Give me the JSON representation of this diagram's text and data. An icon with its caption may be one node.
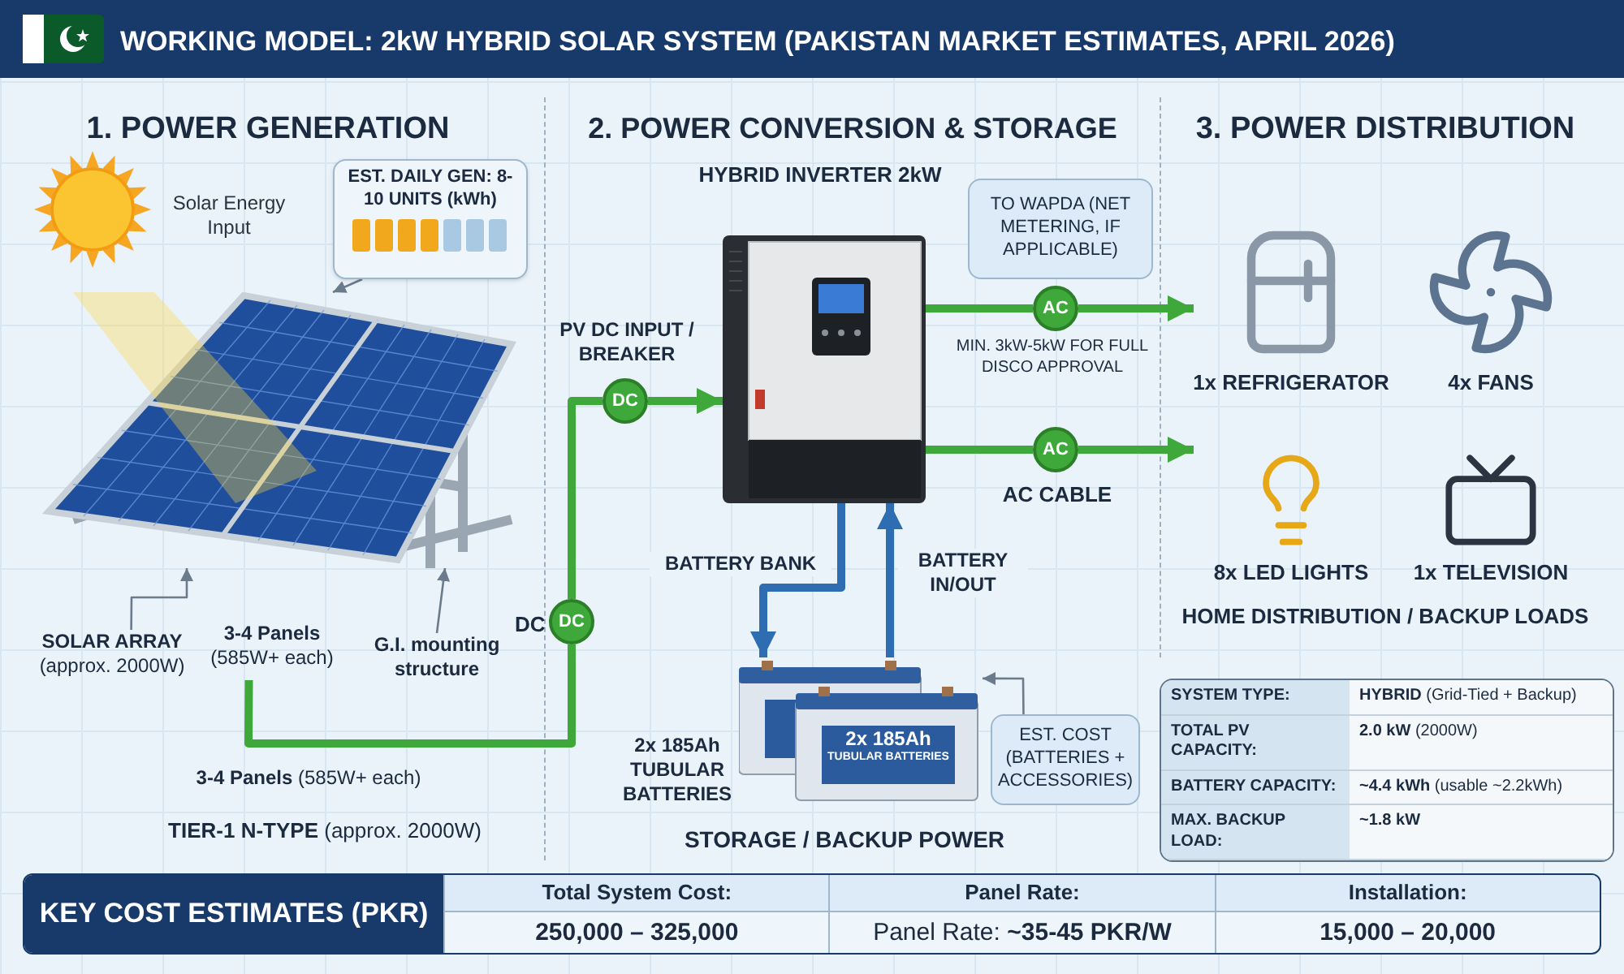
{
  "diagram": {
    "title": "WORKING MODEL: 2kW HYBRID SOLAR SYSTEM (PAKISTAN MARKET ESTIMATES, APRIL 2026)",
    "nodes": [
      {
        "text": [
          "EST. DAILY GEN: 8-10 UNITS (kWh)"
        ]
      },
      {
        "text": [],
        "shape": "picture"
      },
      {
        "text": [
          "SOLAR ARRAY",
          "(approx. 2000W)"
        ]
      },
      {
        "text": [
          "3-4 Panels",
          "(585W+ each)"
        ]
      },
      {
        "text": [
          "G.I. mounting structure"
        ]
      },
      {
        "text": [
          "DC"
        ],
        "beside": [
          "DC"
        ]
      },
      {
        "text": [
          "DC"
        ],
        "beside": [
          "PV DC INPUT / BREAKER"
        ]
      },
      {
        "text": [
          "HYBRID INVERTER 2kW"
        ]
      },
      {
        "text": [
          "TO WAPDA (NET METERING, IF APPLICABLE)"
        ]
      },
      {
        "text": [
          "AC"
        ],
        "beside": [
          "MIN. 3kW-5kW FOR FULL DISCO APPROVAL"
        ]
      },
      {
        "text": [
          "AC"
        ],
        "beside": [
          "AC CABLE"
        ]
      },
      {
        "text": [
          "1x REFRIGERATOR"
        ]
      },
      {
        "text": [
          "4x FANS"
        ]
      },
      {
        "text": [
          "8x LED LIGHTS"
        ]
      },
      {
        "text": [
          "1x TELEVISION"
        ]
      },
      {
        "text": [
          "2x 185Ah TUBULAR BATTERIES"
        ]
      },
      {
        "text": [
          "EST. COST (BATTERIES + ACCESSORIES)"
        ]
      }
    ],
    "edges": [
      {
        "from": 0,
        "to": 1,
        "arrow": "to"
      },
      {
        "from": 2,
        "to": 1,
        "arrow": "to"
      },
      {
        "from": 4,
        "to": 1,
        "arrow": "to"
      },
      {
        "from": 3,
        "to": 5,
        "arrow": "none",
        "color": "#3ea83a"
      },
      {
        "from": 5,
        "to": 6,
        "arrow": "none",
        "color": "#3ea83a"
      },
      {
        "from": 6,
        "to": 7,
        "arrow": "to",
        "color": "#3ea83a"
      },
      {
        "from": 7,
        "to": 9,
        "arrow": "none",
        "color": "#3ea83a"
      },
      {
        "from": 9,
        "to": 11,
        "arrow": "to",
        "color": "#3ea83a"
      },
      {
        "from": 7,
        "to": 10,
        "arrow": "none",
        "color": "#3ea83a"
      },
      {
        "from": 10,
        "to": 13,
        "arrow": "to",
        "color": "#3ea83a"
      },
      {
        "from": 7,
        "to": 15,
        "arrow": "to",
        "label": "BATTERY BANK",
        "color": "#2f6db3"
      },
      {
        "from": 15,
        "to": 7,
        "arrow": "to",
        "label": "BATTERY IN/OUT",
        "color": "#2f6db3"
      },
      {
        "from": 16,
        "to": 15,
        "arrow": "to"
      }
    ],
    "labels": [
      "1. POWER GENERATION",
      "2. POWER CONVERSION & STORAGE",
      "3. POWER DISTRIBUTION",
      "Solar Energy Input",
      "**3-4 Panels** (585W+ each)",
      "**TIER-1 N-TYPE** (approx. 2000W)",
      "2x 185Ah",
      "TUBULAR BATTERIES",
      "STORAGE / BACKUP POWER",
      "HOME DISTRIBUTION / BACKUP LOADS",
      "SYSTEM TYPE:",
      "**HYBRID** (Grid-Tied + Backup)",
      "TOTAL PV CAPACITY:",
      "**2.0 kW** (2000W)",
      "BATTERY CAPACITY:",
      "**~4.4 kWh** (usable ~2.2kWh)",
      "MAX. BACKUP LOAD:",
      "**~1.8 kW**",
      "KEY COST ESTIMATES (PKR)",
      "Total System Cost:",
      "Panel Rate:",
      "Installation:",
      "250,000 – 325,000",
      "Panel Rate: **~35-45 PKR/W**",
      "15,000 – 20,000"
    ]
  }
}
